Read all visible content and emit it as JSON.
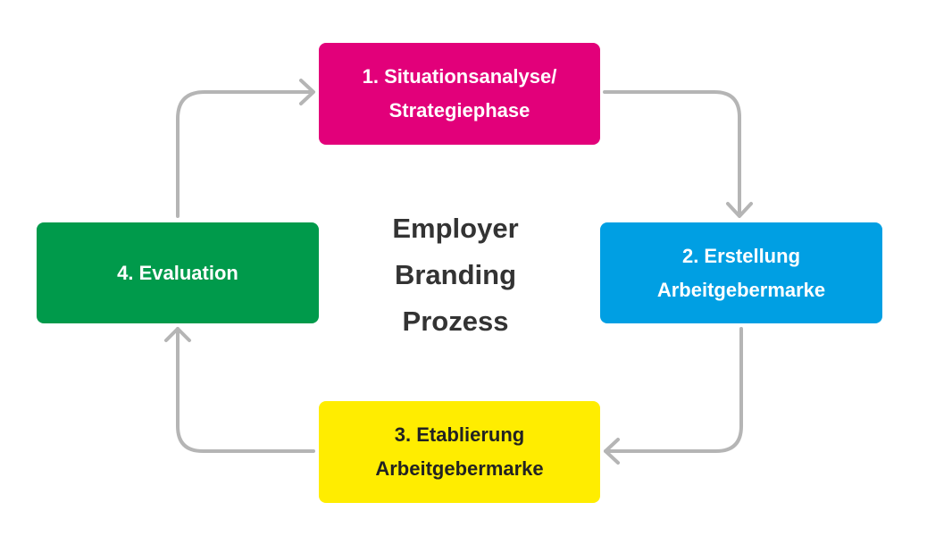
{
  "title": [
    "Employer",
    "Branding",
    "Prozess"
  ],
  "steps": [
    {
      "label": "1. Situationsanalyse/\nStrategiephase",
      "color": "#e2007a"
    },
    {
      "label": "2. Erstellung\nArbeitgebermarke",
      "color": "#009fe3"
    },
    {
      "label": "3. Etablierung\nArbeitgebermarke",
      "color": "#ffed00"
    },
    {
      "label": "4. Evaluation",
      "color": "#009a4b"
    }
  ],
  "arrow_color": "#b5b5b5"
}
